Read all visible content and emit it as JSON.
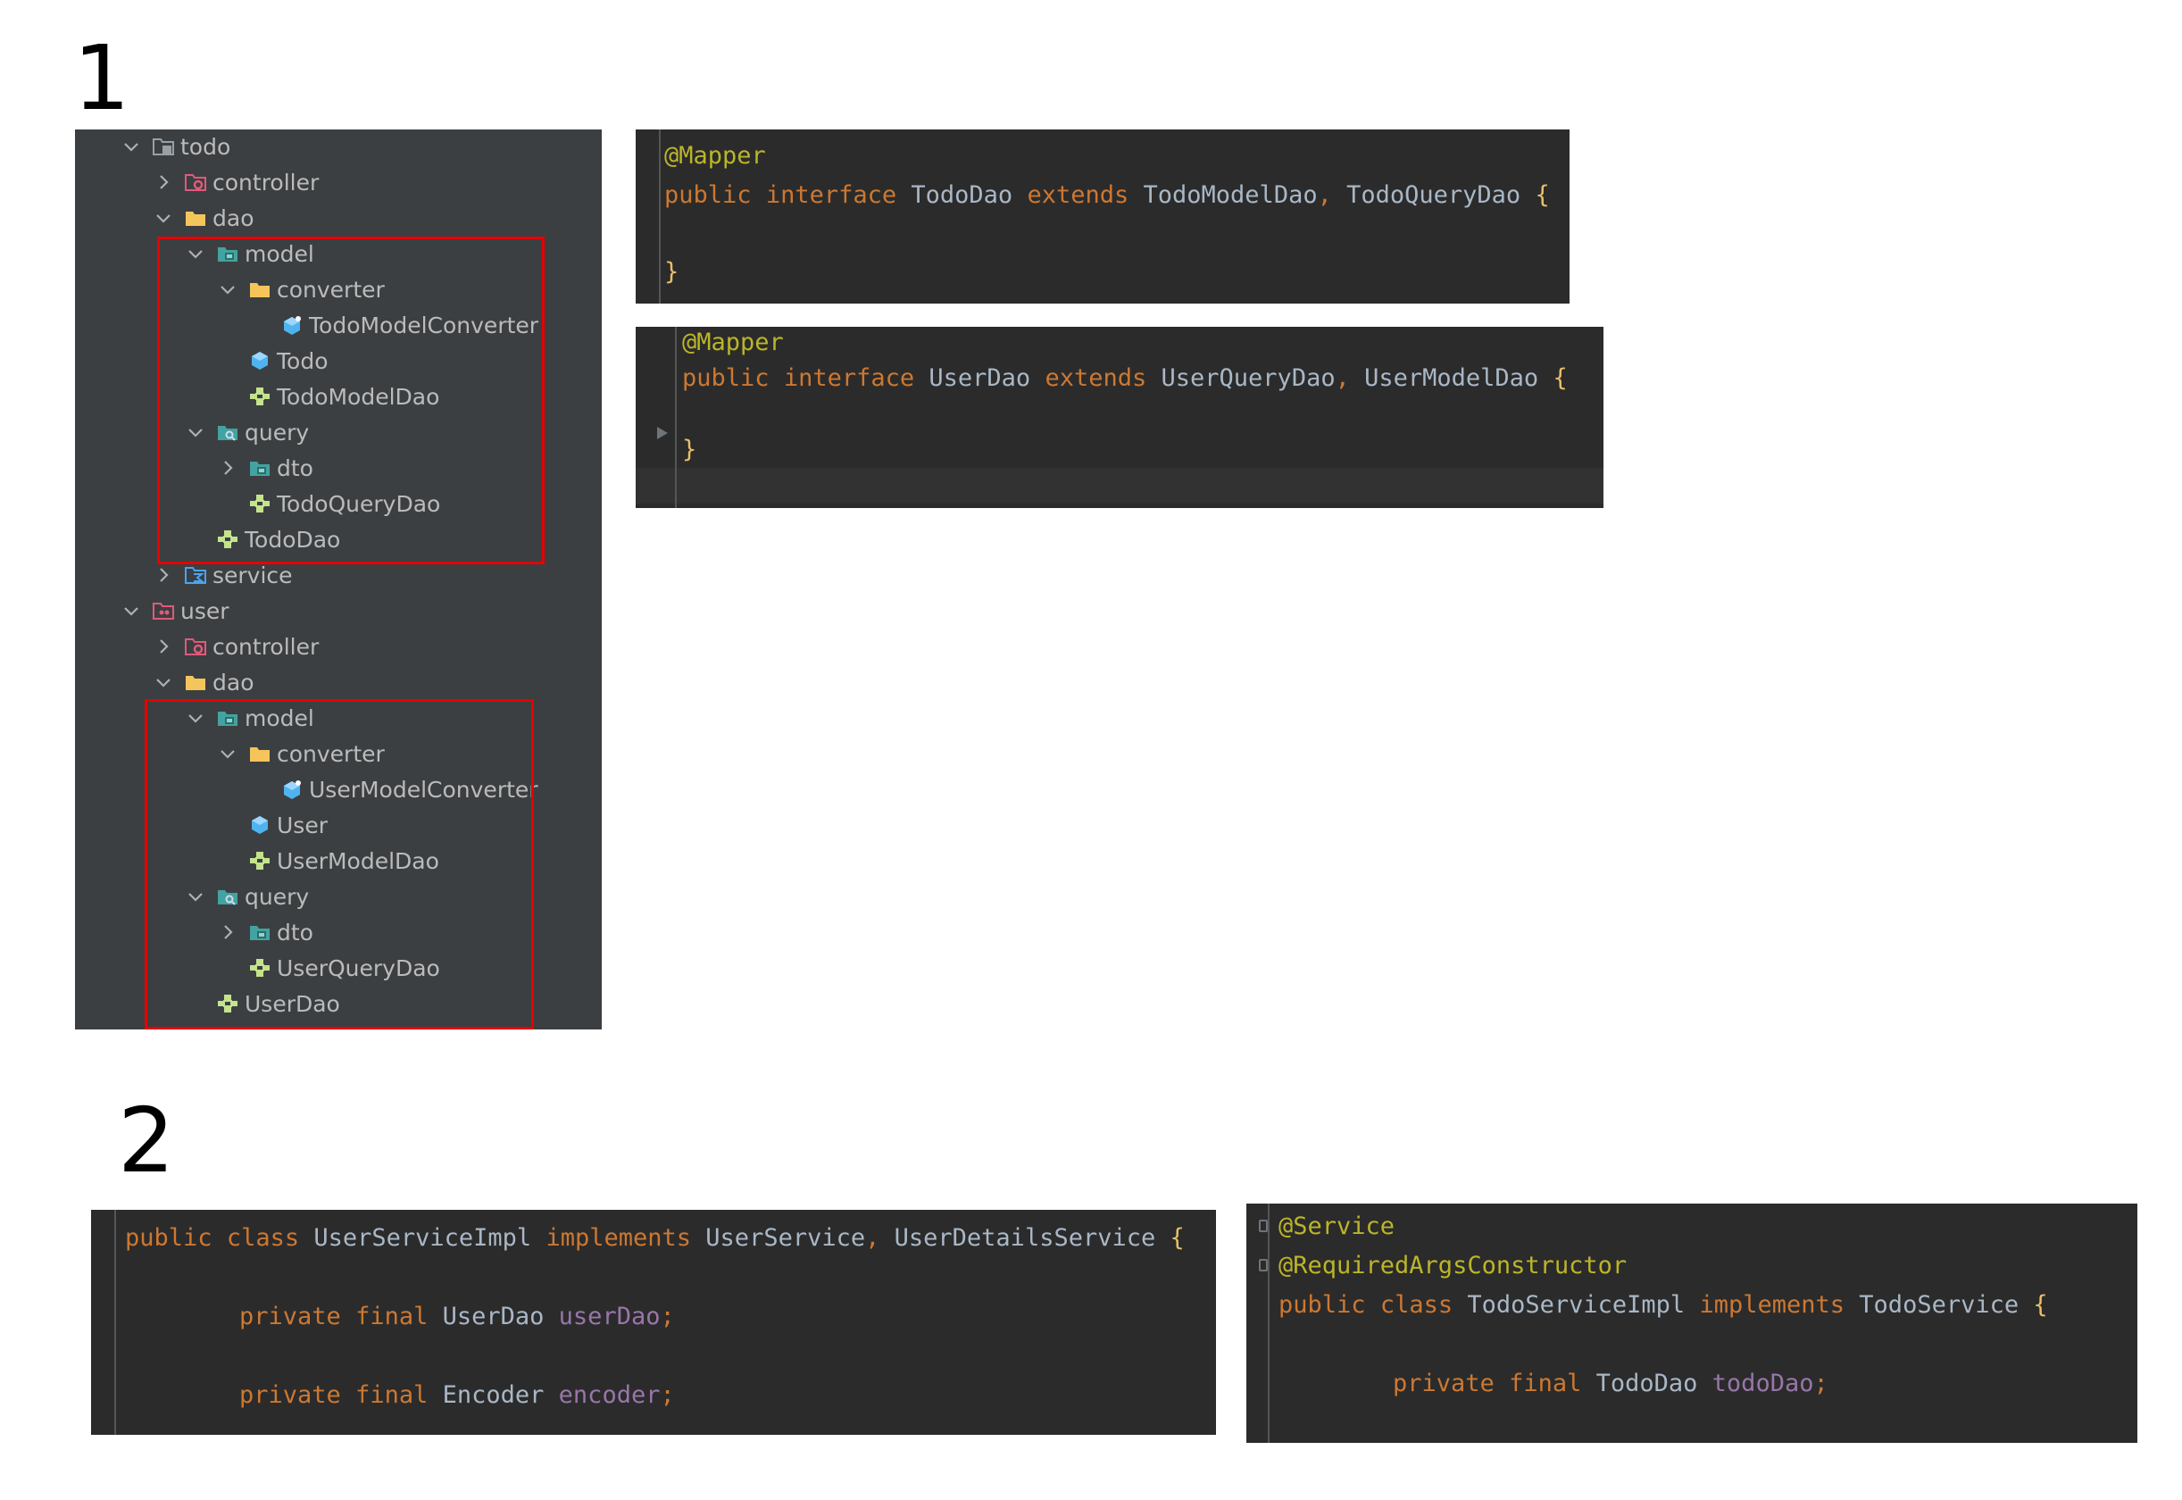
{
  "labels": {
    "section1": "1",
    "section2": "2"
  },
  "colors": {
    "tree_bg": "#3c3f41",
    "code_bg": "#2b2b2b",
    "keyword": "#cc7832",
    "annotation": "#bbb529",
    "identifier": "#a9b7c6",
    "field": "#9876aa",
    "highlight_box": "#e60000"
  },
  "tree": {
    "todo": "todo",
    "todo_controller": "controller",
    "todo_dao": "dao",
    "todo_model": "model",
    "todo_converter": "converter",
    "todo_model_converter": "TodoModelConverter",
    "todo_entity": "Todo",
    "todo_model_dao": "TodoModelDao",
    "todo_query": "query",
    "todo_dto": "dto",
    "todo_query_dao": "TodoQueryDao",
    "todo_dao_iface": "TodoDao",
    "todo_service": "service",
    "user": "user",
    "user_controller": "controller",
    "user_dao": "dao",
    "user_model": "model",
    "user_converter": "converter",
    "user_model_converter": "UserModelConverter",
    "user_entity": "User",
    "user_model_dao": "UserModelDao",
    "user_query": "query",
    "user_dto": "dto",
    "user_query_dao": "UserQueryDao",
    "user_dao_iface": "UserDao"
  },
  "code1": {
    "annotation": "@Mapper",
    "kw_public": "public",
    "kw_interface": "interface",
    "name": "TodoDao",
    "kw_extends": "extends",
    "parent1": "TodoModelDao",
    "comma": ",",
    "parent2": "TodoQueryDao",
    "open": "{",
    "close": "}"
  },
  "code2": {
    "annotation": "@Mapper",
    "kw_public": "public",
    "kw_interface": "interface",
    "name": "UserDao",
    "kw_extends": "extends",
    "parent1": "UserQueryDao",
    "comma": ",",
    "parent2": "UserModelDao",
    "open": "{",
    "close": "}"
  },
  "code3": {
    "kw_public": "public",
    "kw_class": "class",
    "name": "UserServiceImpl",
    "kw_implements": "implements",
    "iface1": "UserService",
    "comma": ",",
    "iface2": "UserDetailsService",
    "open": "{",
    "kw_private": "private",
    "kw_final": "final",
    "type1": "UserDao",
    "field1": "userDao",
    "semi": ";",
    "type2": "Encoder",
    "field2": "encoder"
  },
  "code4": {
    "annotation1": "@Service",
    "annotation2": "@RequiredArgsConstructor",
    "kw_public": "public",
    "kw_class": "class",
    "name": "TodoServiceImpl",
    "kw_implements": "implements",
    "iface": "TodoService",
    "open": "{",
    "kw_private": "private",
    "kw_final": "final",
    "type": "TodoDao",
    "field": "todoDao",
    "semi": ";"
  }
}
